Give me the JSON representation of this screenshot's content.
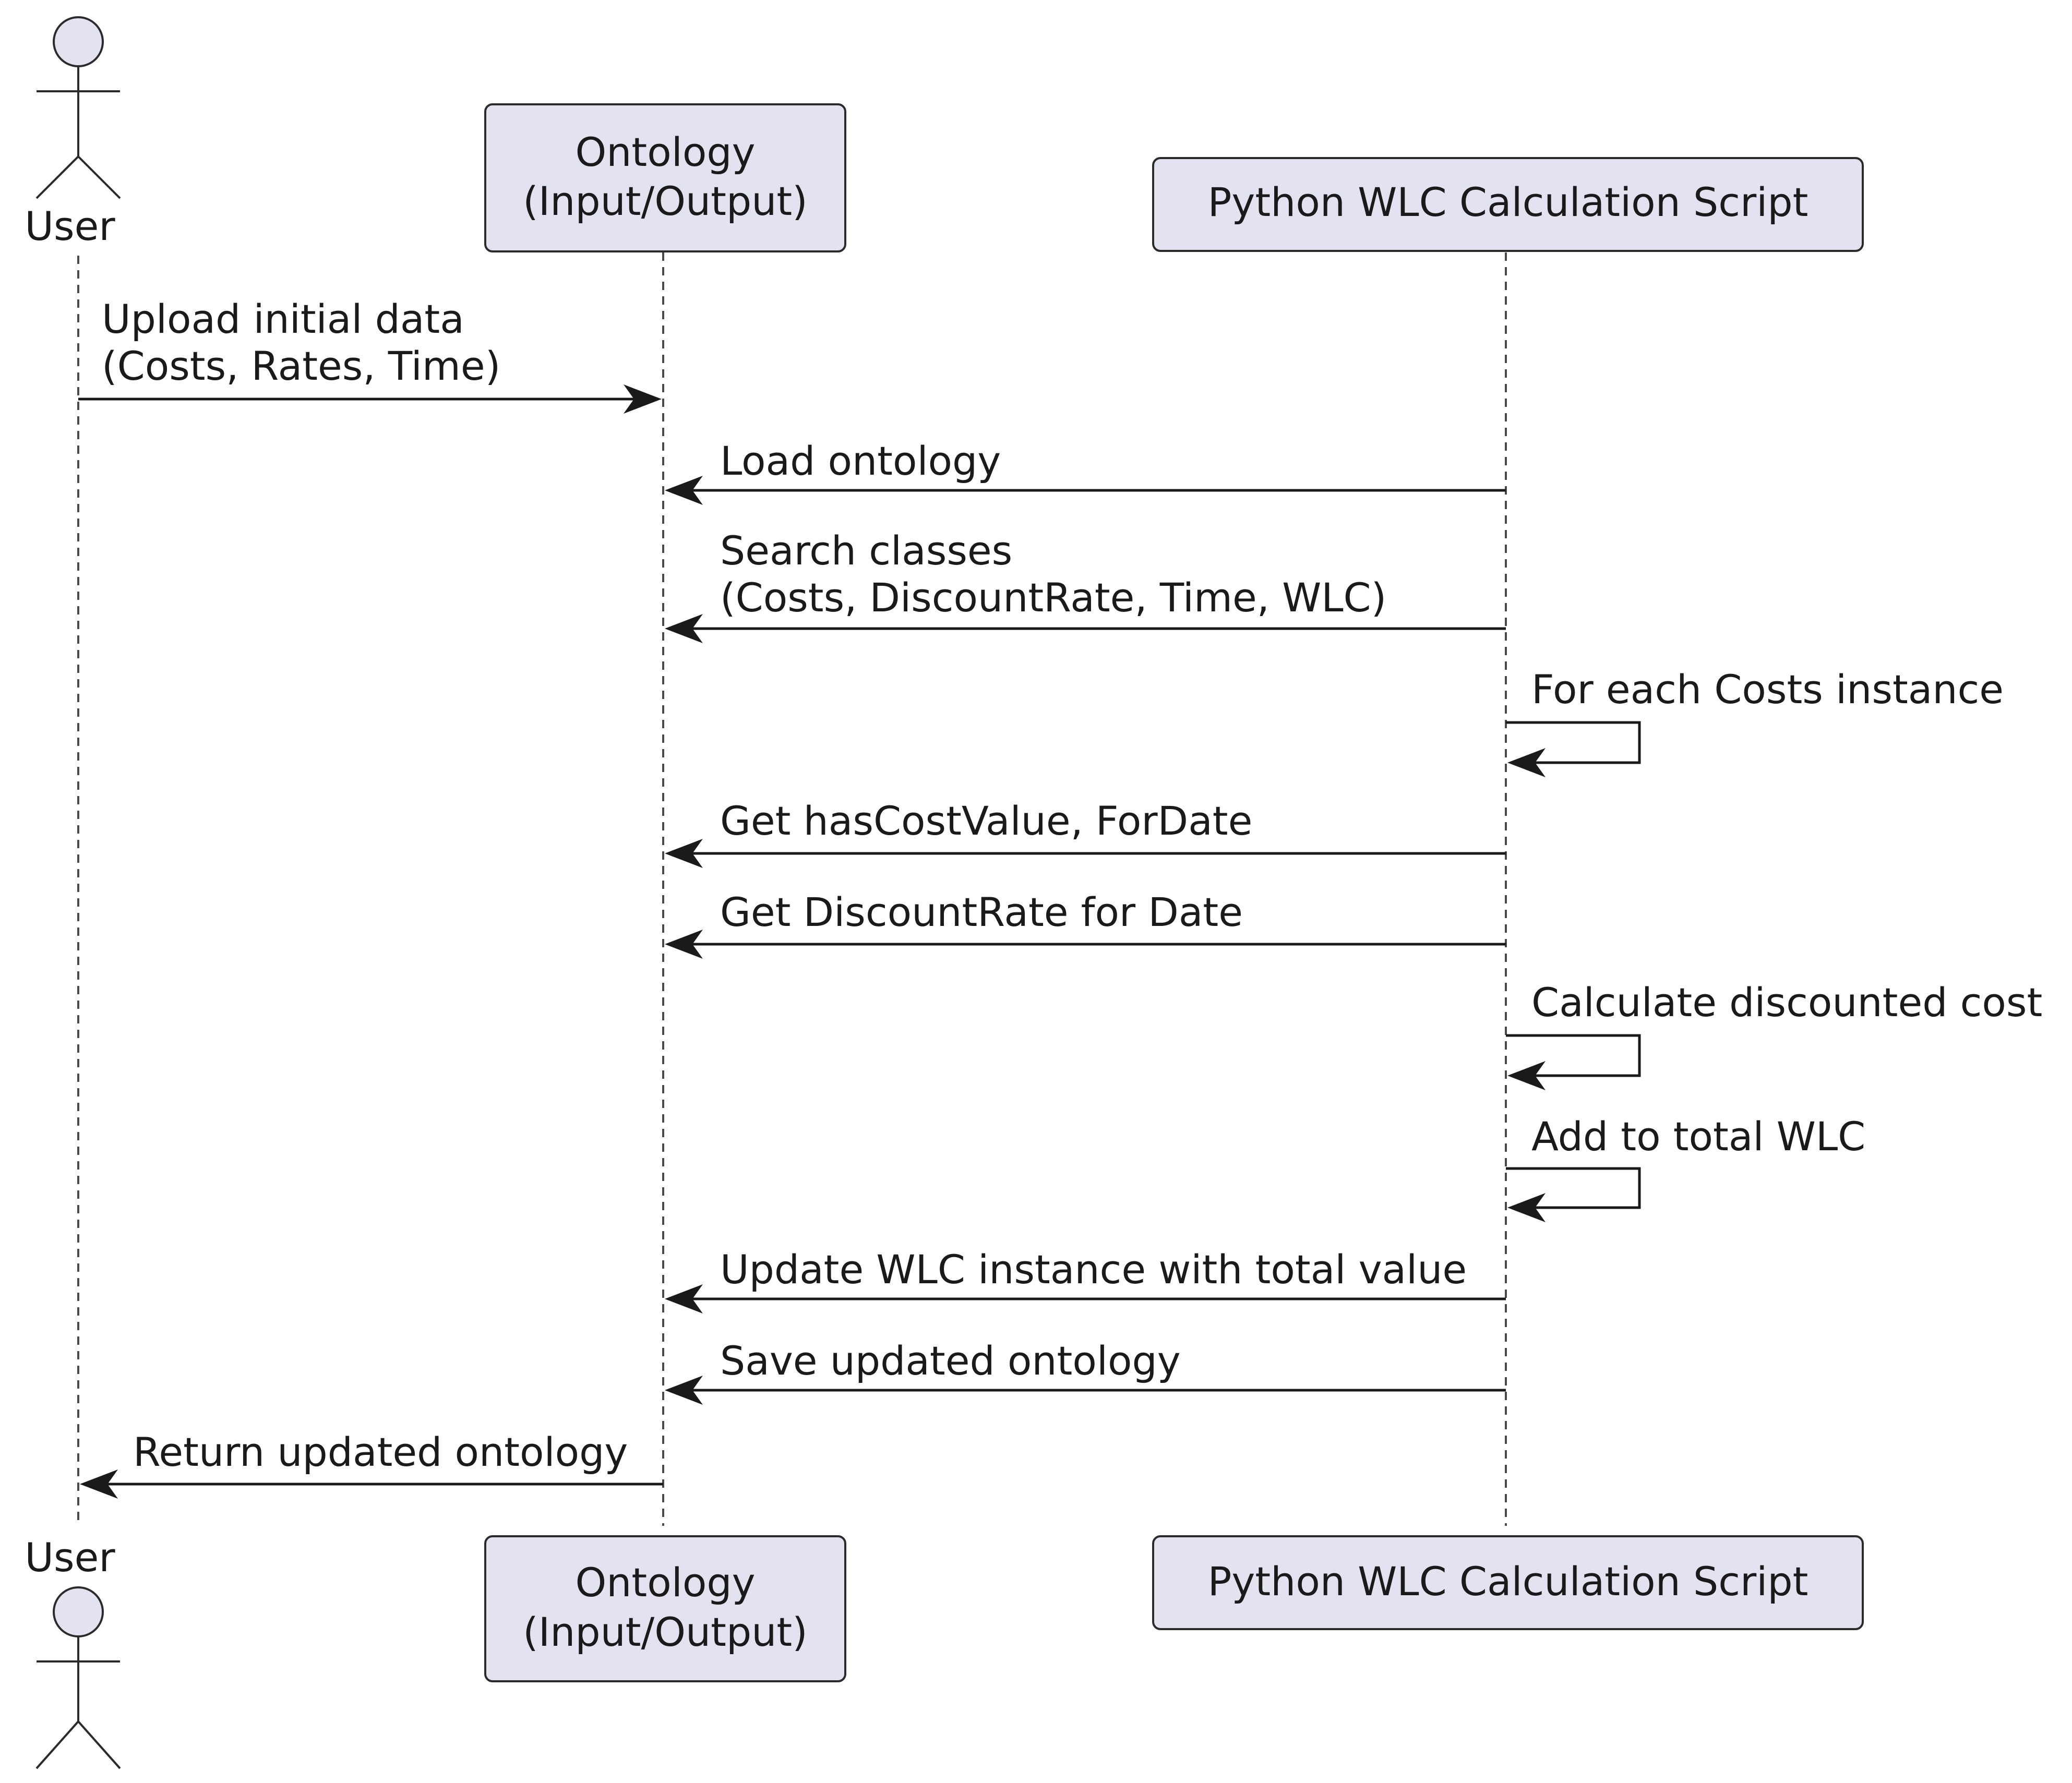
{
  "participants": {
    "user": {
      "label": "User"
    },
    "ontology": {
      "label_line1": "Ontology",
      "label_line2": "(Input/Output)"
    },
    "script": {
      "label": "Python WLC Calculation Script"
    }
  },
  "messages": [
    {
      "from": "user",
      "to": "ontology",
      "lines": [
        "Upload initial data",
        "(Costs, Rates, Time)"
      ]
    },
    {
      "from": "script",
      "to": "ontology",
      "lines": [
        "Load ontology"
      ]
    },
    {
      "from": "script",
      "to": "ontology",
      "lines": [
        "Search classes",
        "(Costs, DiscountRate, Time, WLC)"
      ]
    },
    {
      "from": "script",
      "to": "script",
      "lines": [
        "For each Costs instance"
      ]
    },
    {
      "from": "script",
      "to": "ontology",
      "lines": [
        "Get hasCostValue, ForDate"
      ]
    },
    {
      "from": "script",
      "to": "ontology",
      "lines": [
        "Get DiscountRate for Date"
      ]
    },
    {
      "from": "script",
      "to": "script",
      "lines": [
        "Calculate discounted cost"
      ]
    },
    {
      "from": "script",
      "to": "script",
      "lines": [
        "Add to total WLC"
      ]
    },
    {
      "from": "script",
      "to": "ontology",
      "lines": [
        "Update WLC instance with total value"
      ]
    },
    {
      "from": "script",
      "to": "ontology",
      "lines": [
        "Save updated ontology"
      ]
    },
    {
      "from": "ontology",
      "to": "user",
      "lines": [
        "Return updated ontology"
      ]
    }
  ]
}
